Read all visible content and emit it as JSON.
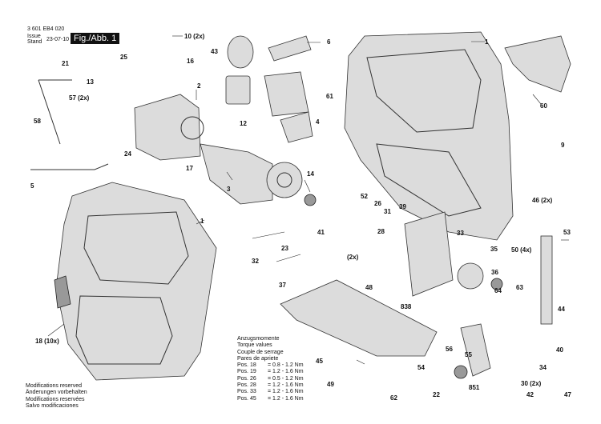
{
  "header": {
    "part_number": "3 601 EB4 020",
    "issue_label": "Issue",
    "stand_label": "Stand",
    "date": "23-07-10",
    "figure": "Fig./Abb. 1"
  },
  "callouts": [
    "10 (2x)",
    "25",
    "16",
    "21",
    "13",
    "2",
    "57 (2x)",
    "58",
    "24",
    "17",
    "5",
    "3",
    "1",
    "43",
    "6",
    "12",
    "61",
    "4",
    "1",
    "60",
    "9",
    "14",
    "52",
    "26",
    "39",
    "31",
    "28",
    "41",
    "33",
    "46 (2x)",
    "53",
    "32",
    "23",
    "(2x)",
    "35",
    "50 (4x)",
    "37",
    "48",
    "36",
    "63",
    "64",
    "838",
    "44",
    "18 (10x)",
    "56",
    "55",
    "40",
    "45",
    "54",
    "34",
    "49",
    "30 (2x)",
    "851",
    "22",
    "62",
    "42",
    "47"
  ],
  "torque": {
    "titles": [
      "Anzugsmomente",
      "Torque values",
      "Couple de serrage",
      "Pares de apriete"
    ],
    "rows": [
      {
        "pos": "Pos. 18",
        "value": "= 0.8 - 1.2 Nm"
      },
      {
        "pos": "Pos. 19",
        "value": "= 1.2 - 1.6 Nm"
      },
      {
        "pos": "Pos. 26",
        "value": "= 0.5 - 1.2 Nm"
      },
      {
        "pos": "Pos. 28",
        "value": "= 1.2 - 1.6 Nm"
      },
      {
        "pos": "Pos. 33",
        "value": "= 1.2 - 1.6 Nm"
      },
      {
        "pos": "Pos. 45",
        "value": "= 1.2 - 1.6 Nm"
      }
    ]
  },
  "footer": {
    "notes": [
      "Modifications reserved",
      "Änderungen vorbehalten",
      "Modifications reservées",
      "Salvo modificaciones"
    ]
  }
}
